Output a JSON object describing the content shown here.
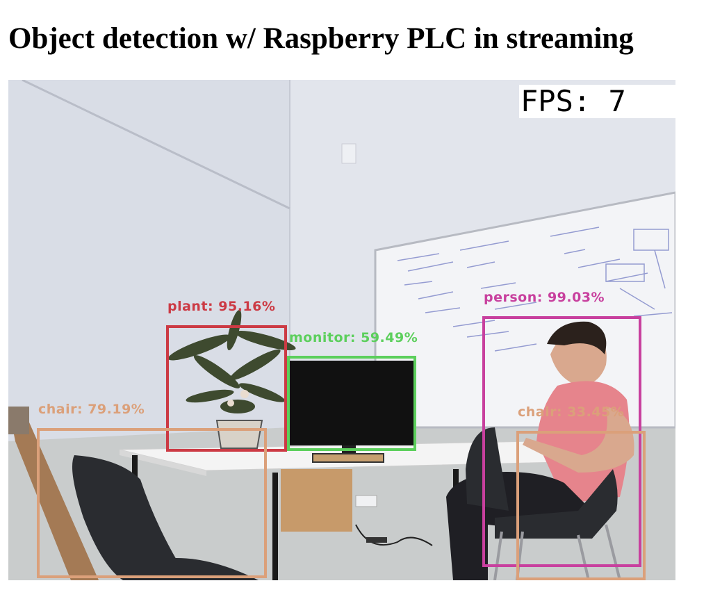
{
  "page": {
    "title": "Object detection w/ Raspberry PLC in streaming"
  },
  "stream": {
    "fps_label": "FPS:",
    "fps_value": "7",
    "detections": [
      {
        "name": "detection-plant",
        "label": "plant: 95.16%",
        "color": "#cc3a44"
      },
      {
        "name": "detection-monitor",
        "label": "monitor: 59.49%",
        "color": "#5ccf5c"
      },
      {
        "name": "detection-person",
        "label": "person: 99.03%",
        "color": "#c8409e"
      },
      {
        "name": "detection-chair-left",
        "label": "chair: 79.19%",
        "color": "#dba07a"
      },
      {
        "name": "detection-chair-right",
        "label": "chair: 33.45%",
        "color": "#dba07a"
      }
    ]
  }
}
